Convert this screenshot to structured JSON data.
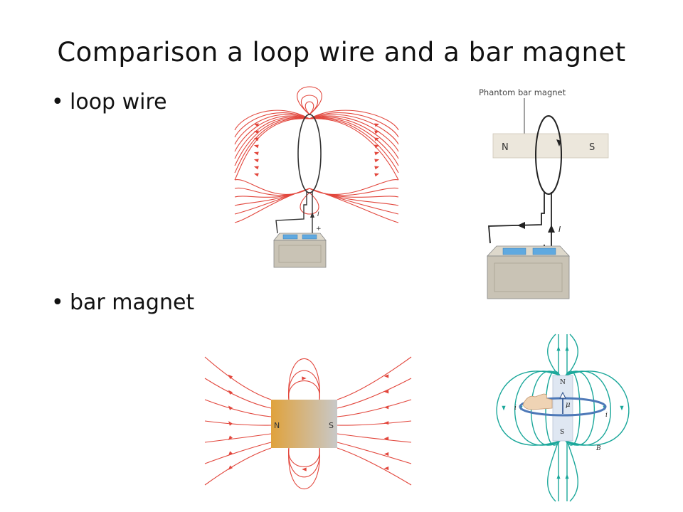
{
  "slide": {
    "title": "Comparison a loop wire and a bar magnet",
    "bullets": [
      "loop wire",
      "bar magnet"
    ]
  },
  "figures": {
    "loop_wire": {
      "current_label": "I",
      "plus_label": "+"
    },
    "phantom": {
      "caption": "Phantom bar magnet",
      "north": "N",
      "south": "S",
      "current_label": "I"
    },
    "bar_magnet": {
      "north": "N",
      "south": "S"
    },
    "dipole": {
      "north": "N",
      "south": "S",
      "mu_label": "μ",
      "i_left": "i",
      "i_right": "i",
      "b_label": "B"
    }
  },
  "colors": {
    "field_red": "#e2463c",
    "field_teal": "#1aa79a",
    "battery_body": "#c9c3b5",
    "battery_terminal": "#5fa9e0",
    "magnet_gold": "#e0a23c",
    "magnet_grey": "#c8c8c8"
  }
}
